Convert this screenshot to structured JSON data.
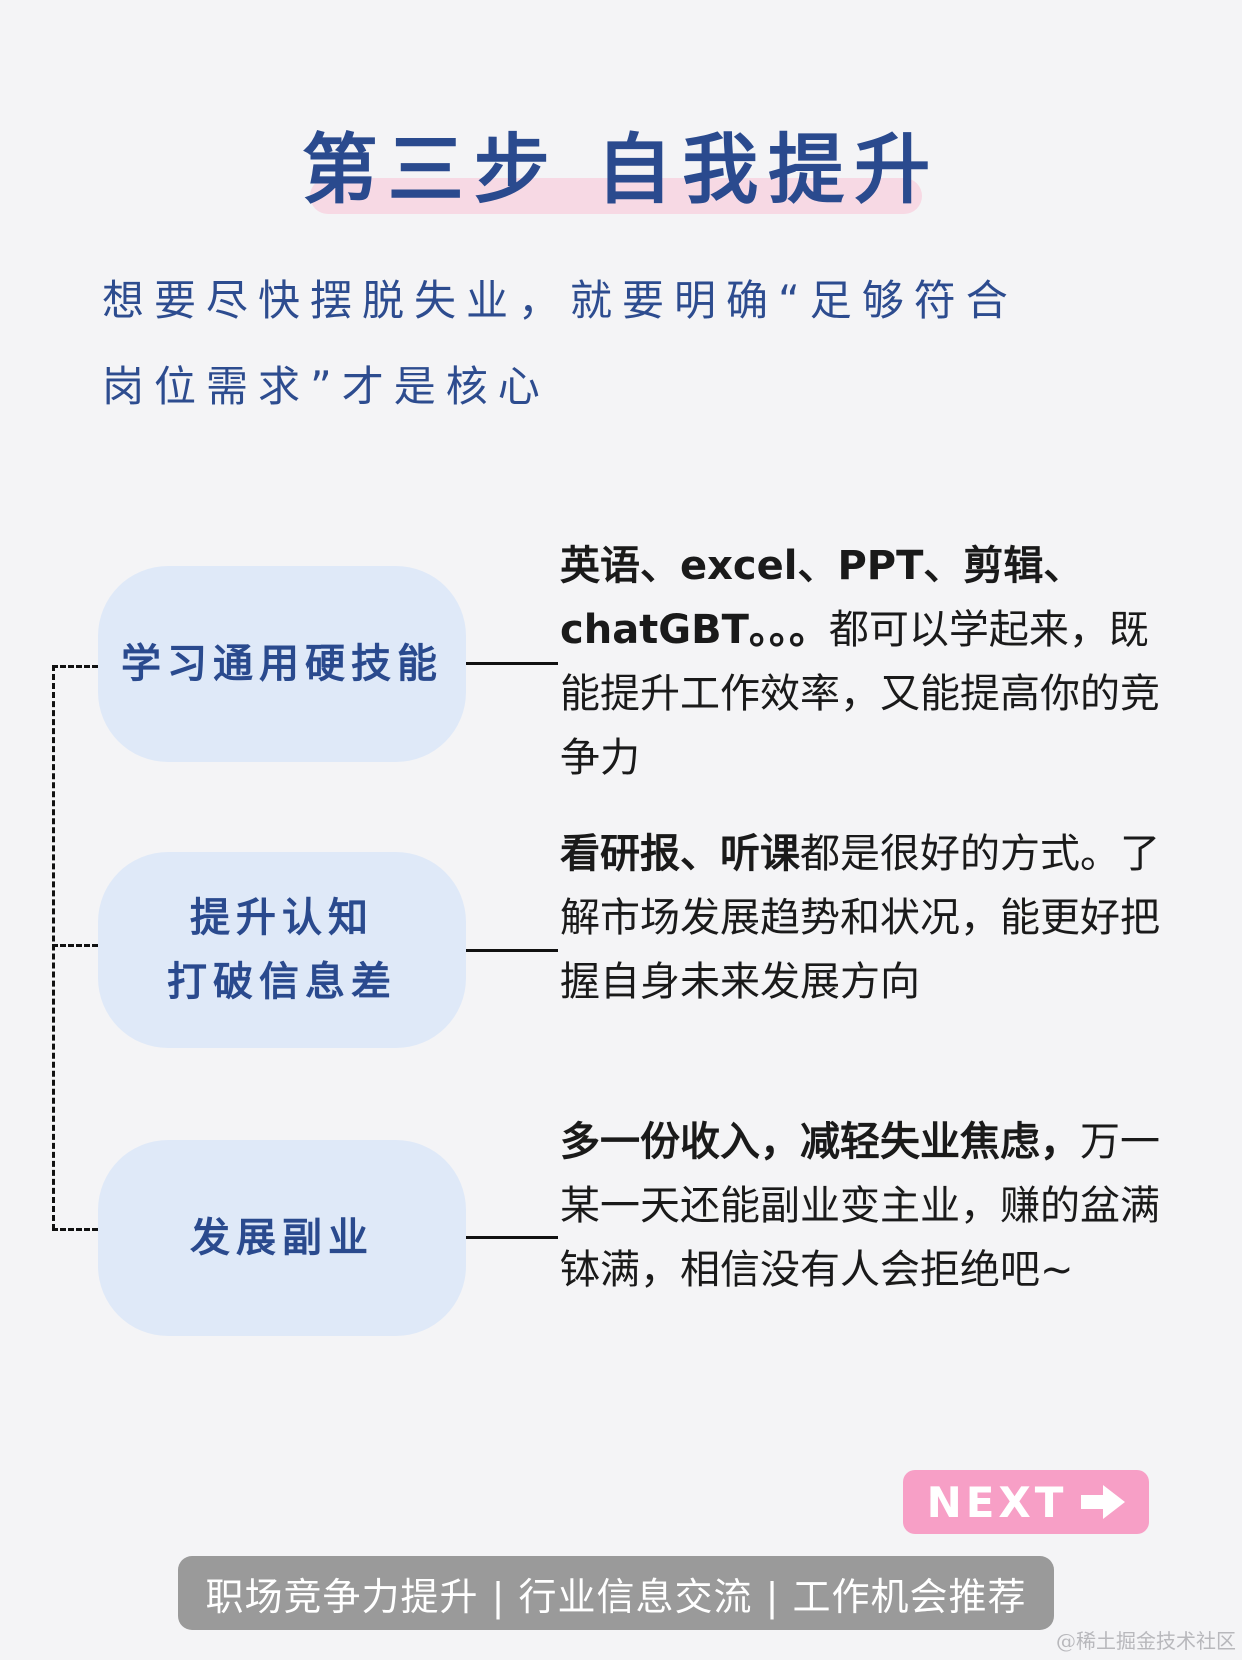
{
  "title": "第三步 自我提升",
  "intro": {
    "line1": "想要尽快摆脱失业，就要明确“足够符合",
    "line2": "岗位需求”才是核心"
  },
  "nodes": [
    {
      "lines": [
        "学习通用硬技能"
      ],
      "desc_bold": "英语、excel、PPT、剪辑、chatGBT。。。",
      "desc_rest": "都可以学起来，既能提升工作效率，又能提高你的竞争力"
    },
    {
      "lines": [
        "提升认知",
        "打破信息差"
      ],
      "desc_bold": "看研报、听课",
      "desc_rest": "都是很好的方式。了解市场发展趋势和状况，能更好把握自身未来发展方向"
    },
    {
      "lines": [
        "发展副业"
      ],
      "desc_bold": "多一份收入，减轻失业焦虑，",
      "desc_rest": "万一某一天还能副业变主业，赚的盆满钵满，相信没有人会拒绝吧~"
    }
  ],
  "next_button": {
    "label": "NEXT",
    "icon": "arrow-right-icon",
    "color": "#f79fc6"
  },
  "footer": "职场竞争力提升 | 行业信息交流 | 工作机会推荐",
  "watermark": "@稀土掘金技术社区",
  "colors": {
    "title": "#2a4a8e",
    "node_bg": "#dfe9f8",
    "highlight": "#f7d9e4"
  }
}
